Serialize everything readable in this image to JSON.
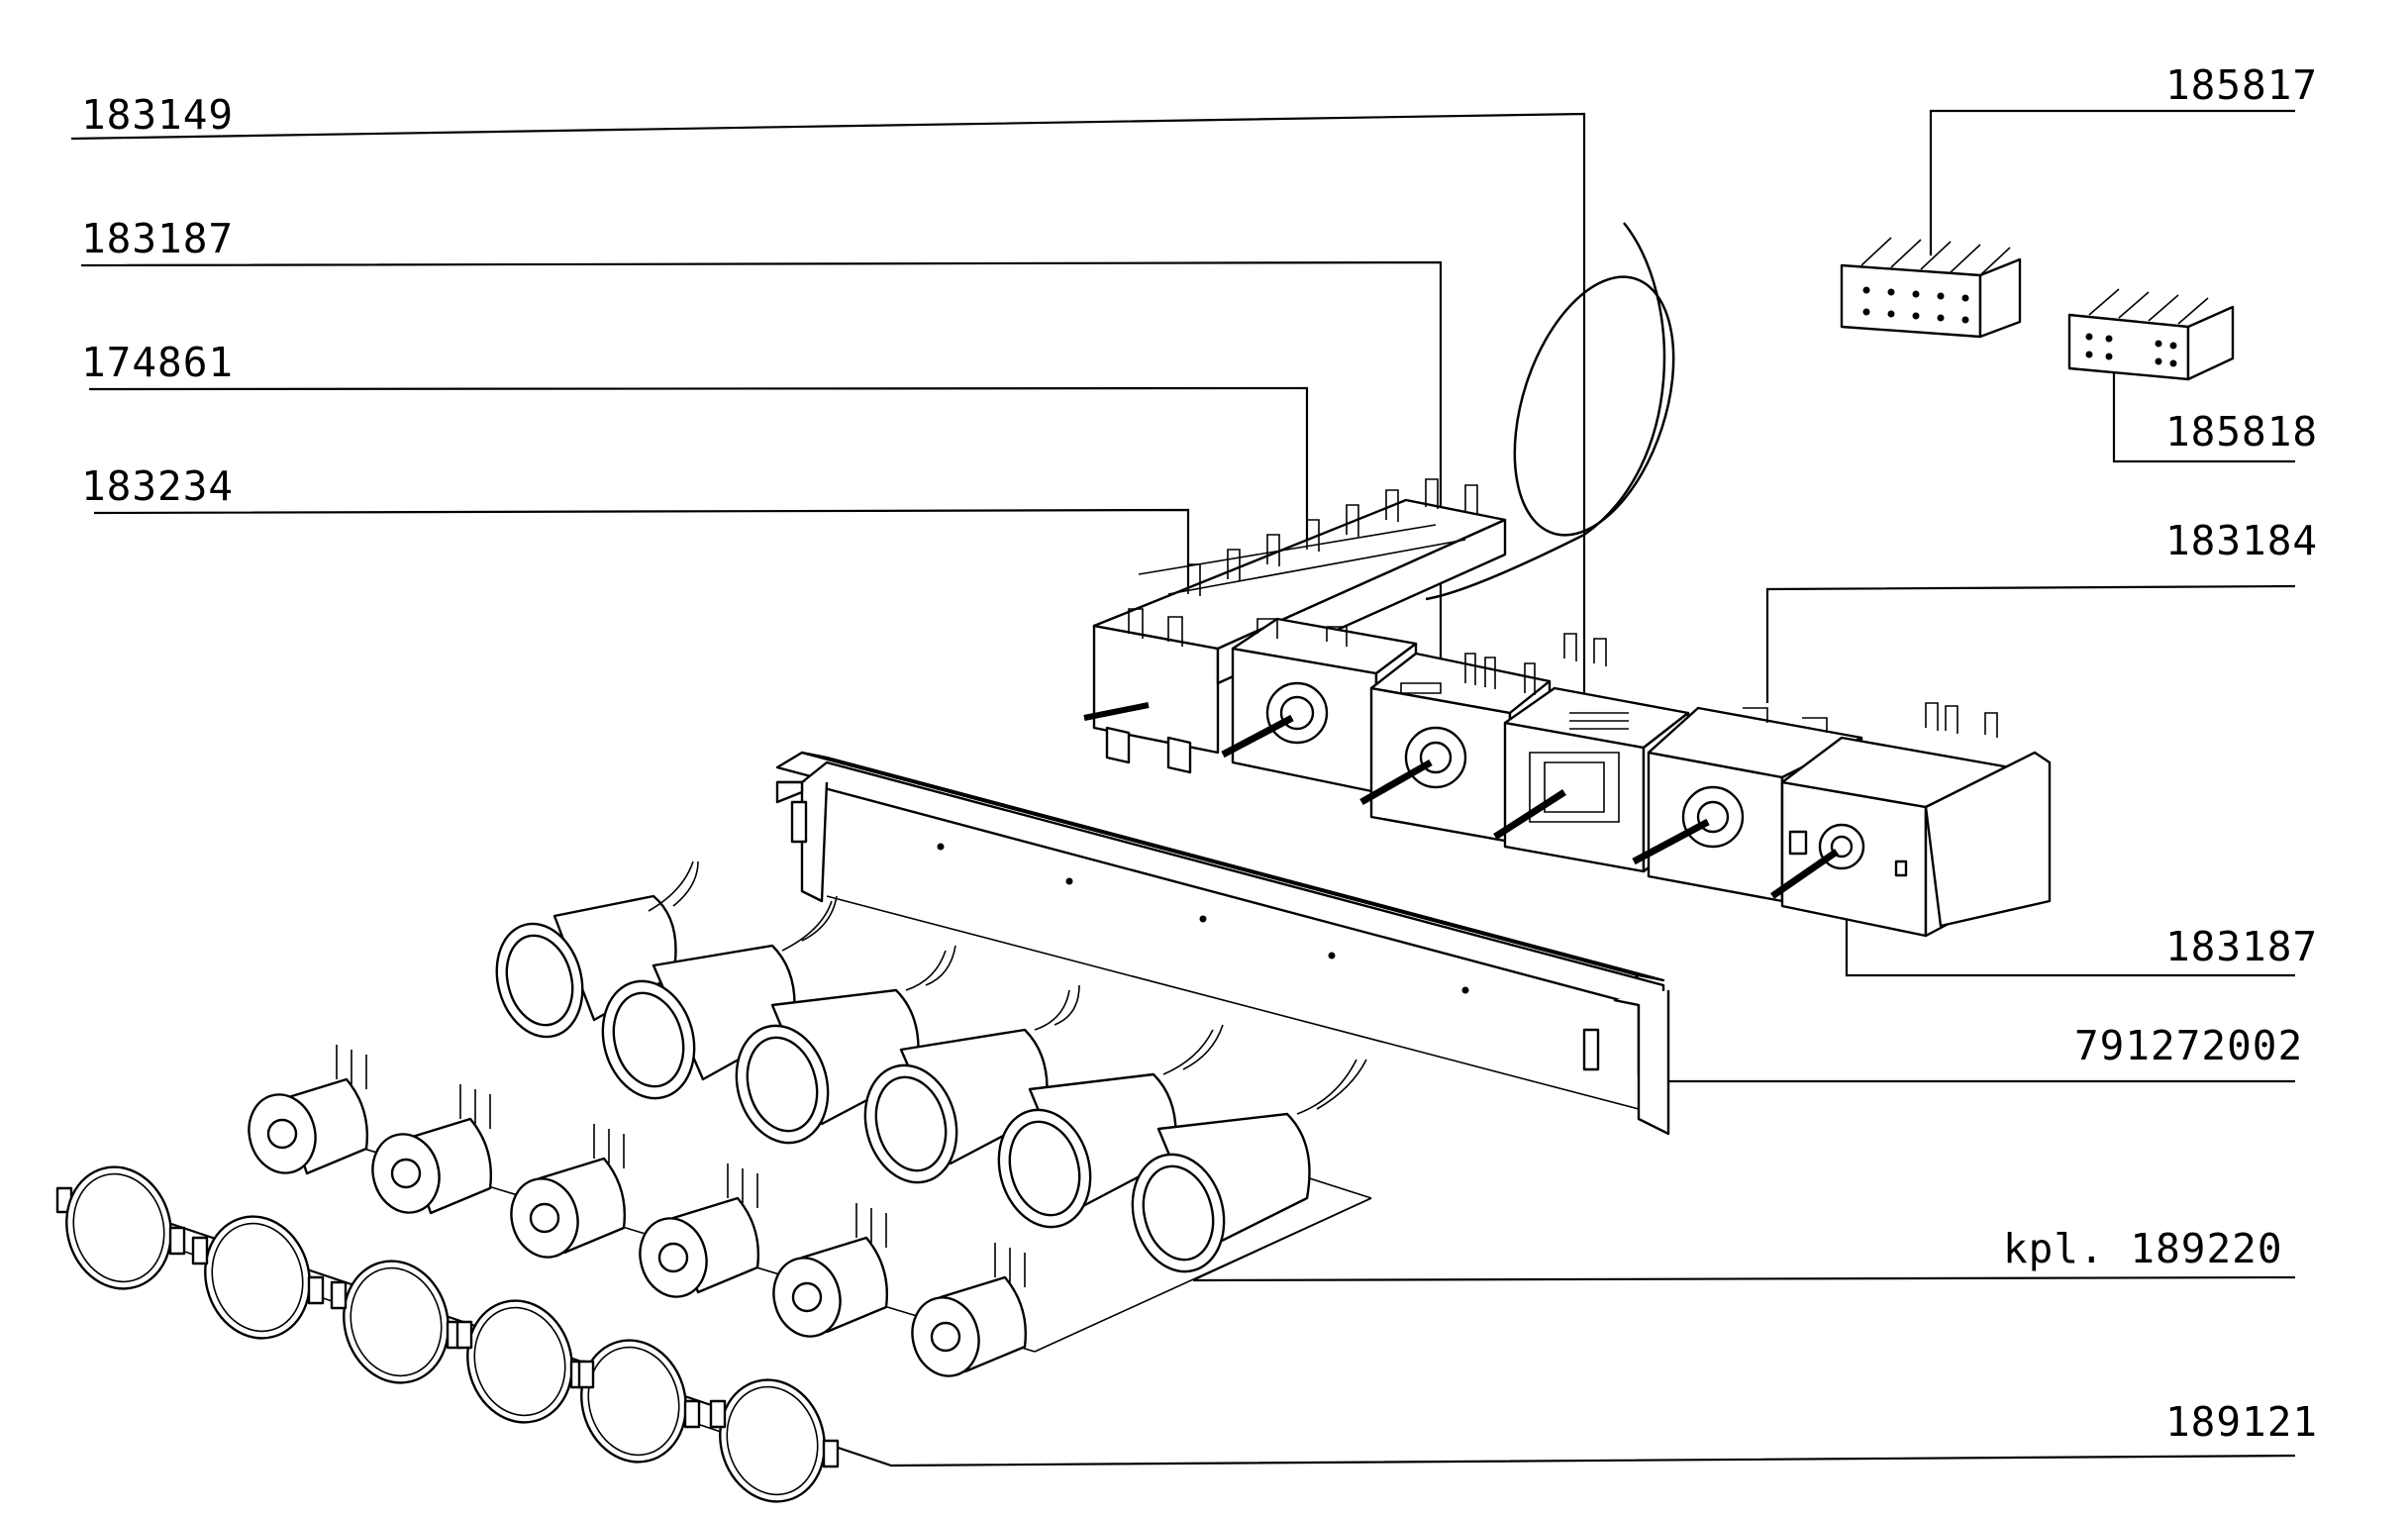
{
  "labels": {
    "p183149": "183149",
    "p183187_top": "183187",
    "p174861": "174861",
    "p183234": "183234",
    "p185817": "185817",
    "p185818": "185818",
    "p183184": "183184",
    "p183187_bottom": "183187",
    "p791272002": "791272002",
    "p189220": "kpl. 189220",
    "p189121": "189121"
  }
}
